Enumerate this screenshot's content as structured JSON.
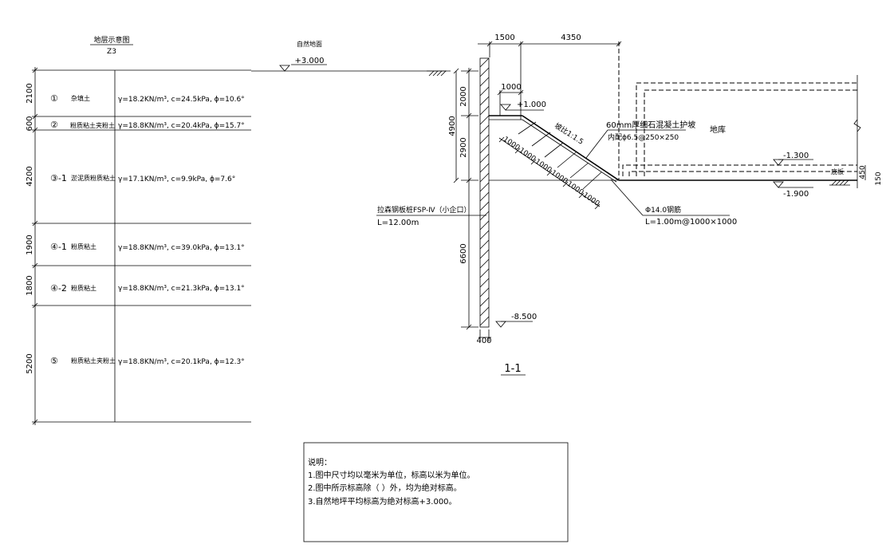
{
  "soil_table": {
    "title": "地层示意图",
    "subtitle": "Z3",
    "layers": [
      {
        "thickness": "2100",
        "id": "①",
        "name": "杂填土",
        "gamma": "γ=18.2KN/m³, c=24.5kPa, ϕ=10.6°"
      },
      {
        "thickness": "600",
        "id": "②",
        "name": "粉质粘土夹粉土",
        "gamma": "γ=18.8KN/m³, c=20.4kPa, ϕ=15.7°"
      },
      {
        "thickness": "4200",
        "id": "③-1",
        "name": "淤泥质粉质粘土",
        "gamma": "γ=17.1KN/m³, c=9.9kPa, ϕ=7.6°"
      },
      {
        "thickness": "1900",
        "id": "④-1",
        "name": "粉质粘土",
        "gamma": "γ=18.8KN/m³, c=39.0kPa, ϕ=13.1°"
      },
      {
        "thickness": "1800",
        "id": "④-2",
        "name": "粉质粘土",
        "gamma": "γ=18.8KN/m³, c=21.3kPa, ϕ=13.1°"
      },
      {
        "thickness": "5200",
        "id": "⑤",
        "name": "粉质粘土夹粉土",
        "gamma": "γ=18.8KN/m³, c=20.1kPa, ϕ=12.3°"
      }
    ]
  },
  "section": {
    "natural_ground_label": "自然地面",
    "natural_ground_elev": "+3.000",
    "dim_top_1": "1500",
    "dim_top_2": "4350",
    "dim_1000": "1000",
    "elev_p1000": "+1.000",
    "dim_2000": "2000",
    "dim_4900": "4900",
    "dim_2900": "2900",
    "dim_6600": "6600",
    "slope_label": "坡比1:1.5",
    "slope_segments": [
      "1000",
      "1000",
      "1000",
      "1000",
      "1000",
      "1000"
    ],
    "shotcrete_label": "60mm厚细石混凝土护坡",
    "mesh_label": "内配ϕ6.5@250×250",
    "basement_label": "地库",
    "elev_m1300": "-1.300",
    "floor_label": "底板",
    "dim_450": "450",
    "dim_150": "150",
    "elev_m1900": "-1.900",
    "sheetpile_label": "拉森钢板桩FSP-Ⅳ（小企口）",
    "sheetpile_length": "L=12.00m",
    "nail_label": "Φ14.0钢筋",
    "nail_spec": "L=1.00m@1000×1000",
    "elev_m8500": "-8.500",
    "dim_400": "400",
    "section_title": "1-1"
  },
  "notes": {
    "heading": "说明：",
    "lines": [
      "1.图中尺寸均以毫米为单位，标高以米为单位。",
      "2.图中所示标高除（ ）外，均为绝对标高。",
      "3.自然地坪平均标高为绝对标高+3.000。"
    ]
  }
}
